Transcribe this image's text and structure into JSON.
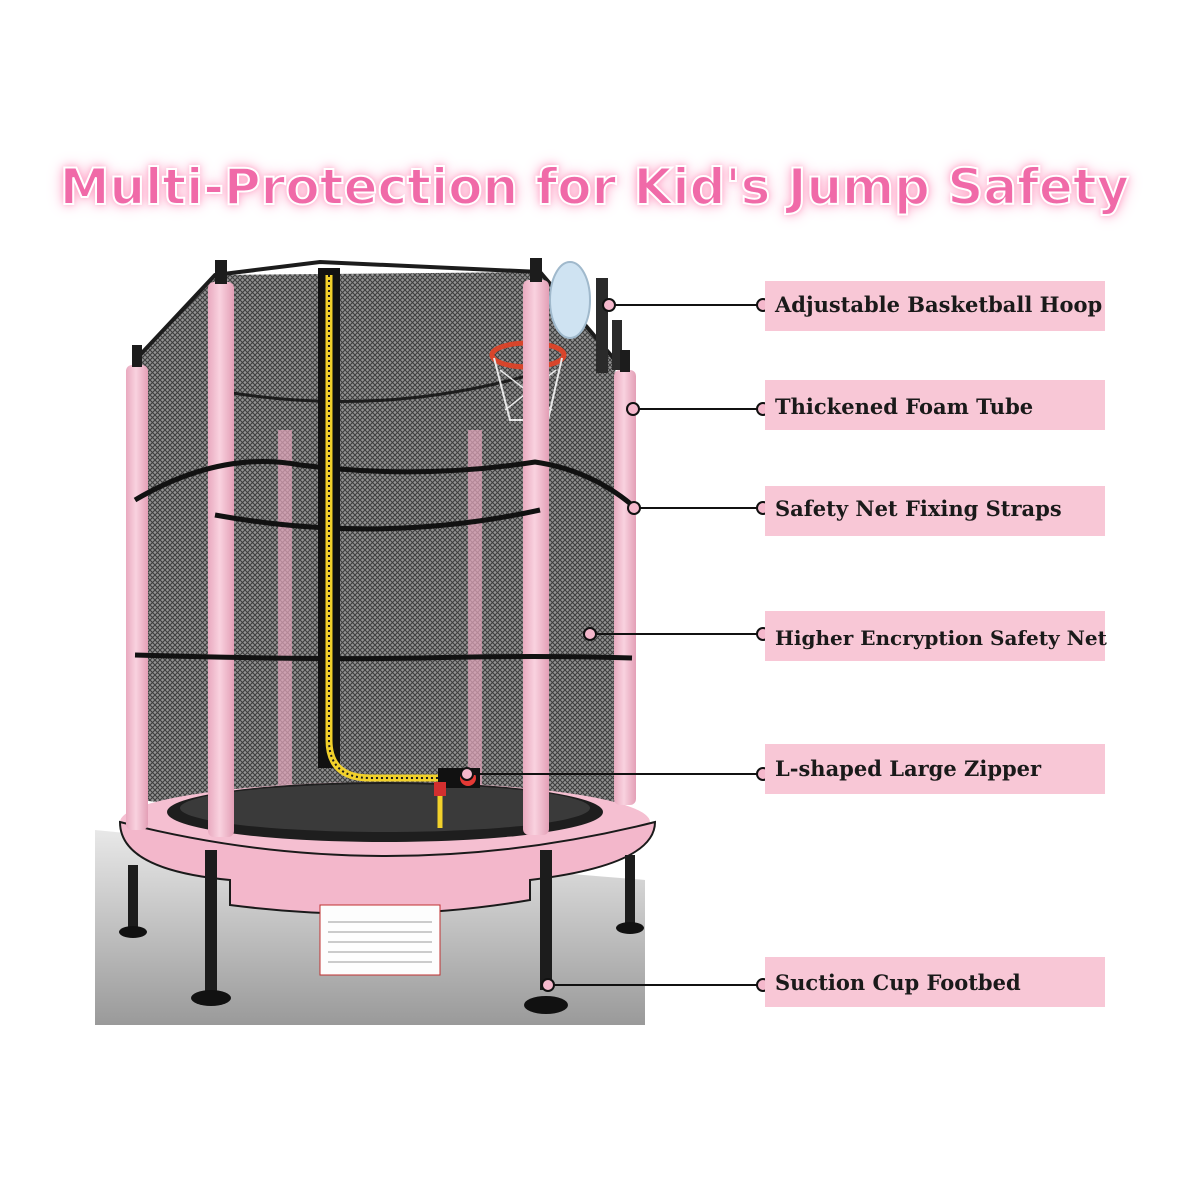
{
  "title": "Multi-Protection for Kid's Jump Safety",
  "colors": {
    "pink_accent": "#f06aa8",
    "label_bg": "#f8c7d6",
    "foam_pink": "#f5bfd1",
    "net": "#3a3a3a",
    "zipper": "#f2d12b"
  },
  "callouts": [
    {
      "label": "Adjustable Basketball Hoop"
    },
    {
      "label": "Thickened Foam Tube"
    },
    {
      "label": "Safety Net Fixing Straps"
    },
    {
      "label": "Higher Encryption Safety Net"
    },
    {
      "label": "L-shaped Large Zipper"
    },
    {
      "label": "Suction Cup Footbed"
    }
  ]
}
